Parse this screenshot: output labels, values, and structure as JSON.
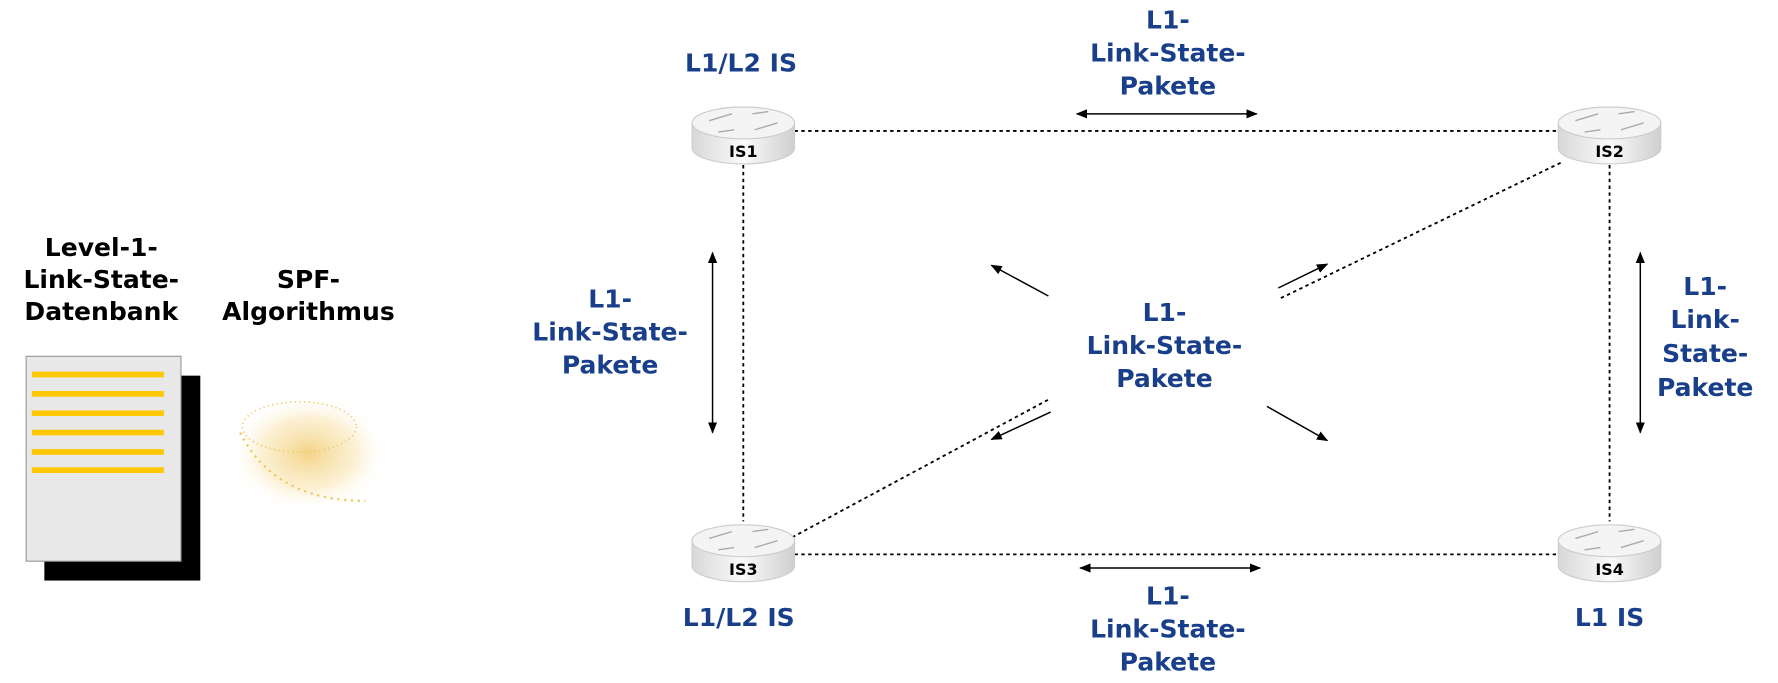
{
  "left": {
    "database_label": [
      "Level-1-",
      "Link-State-",
      "Datenbank"
    ],
    "algorithm_label": [
      "SPF-",
      "Algorithmus"
    ]
  },
  "routers": [
    {
      "name": "IS1",
      "role": "L1/L2 IS"
    },
    {
      "name": "IS2",
      "role": ""
    },
    {
      "name": "IS3",
      "role": "L1/L2 IS"
    },
    {
      "name": "IS4",
      "role": "L1 IS"
    }
  ],
  "link_labels": {
    "top": [
      "L1-",
      "Link-State-",
      "Pakete"
    ],
    "left": [
      "L1-",
      "Link-State-",
      "Pakete"
    ],
    "center": [
      "L1-",
      "Link-State-",
      "Pakete"
    ],
    "right": [
      "L1-",
      "Link-",
      "State-",
      "Pakete"
    ],
    "bottom": [
      "L1-",
      "Link-State-",
      "Pakete"
    ]
  },
  "colors": {
    "label_blue": "#1a3f8a",
    "db_lines": "#ffc800"
  }
}
